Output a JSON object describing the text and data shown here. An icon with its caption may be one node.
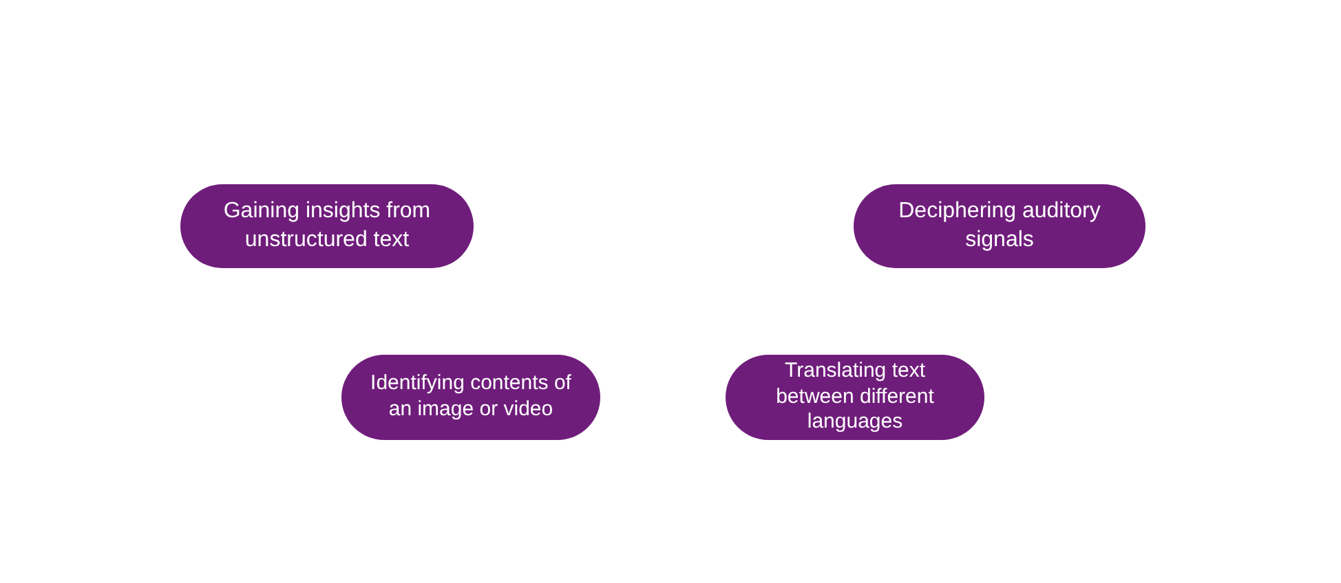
{
  "diagram": {
    "nodes": [
      {
        "text": [
          "Gaining insights from unstructured text"
        ]
      },
      {
        "text": [
          "Deciphering auditory signals"
        ]
      },
      {
        "text": [
          "Identifying contents of an image or video"
        ]
      },
      {
        "text": [
          "Translating text between different languages"
        ]
      }
    ]
  }
}
